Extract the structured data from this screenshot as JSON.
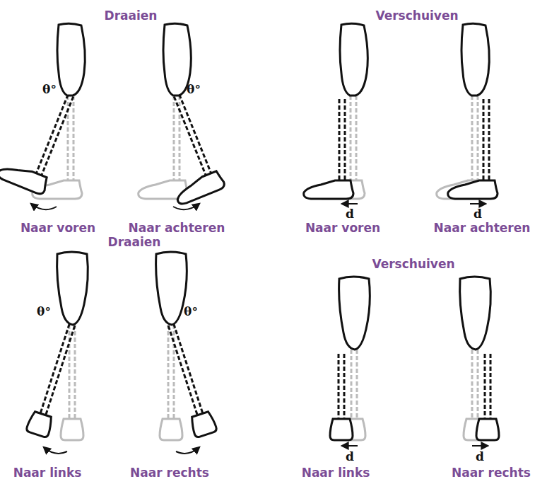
{
  "diagram": {
    "labels": [
      "Draaien",
      "Verschuiven",
      "θ°",
      "θ°",
      "d",
      "d",
      "Naar voren",
      "Naar achteren",
      "Naar voren",
      "Naar achteren",
      "Draaien",
      "Verschuiven",
      "θ°",
      "θ°",
      "d",
      "d",
      "Naar links",
      "Naar rechts",
      "Naar links",
      "Naar rechts"
    ]
  }
}
